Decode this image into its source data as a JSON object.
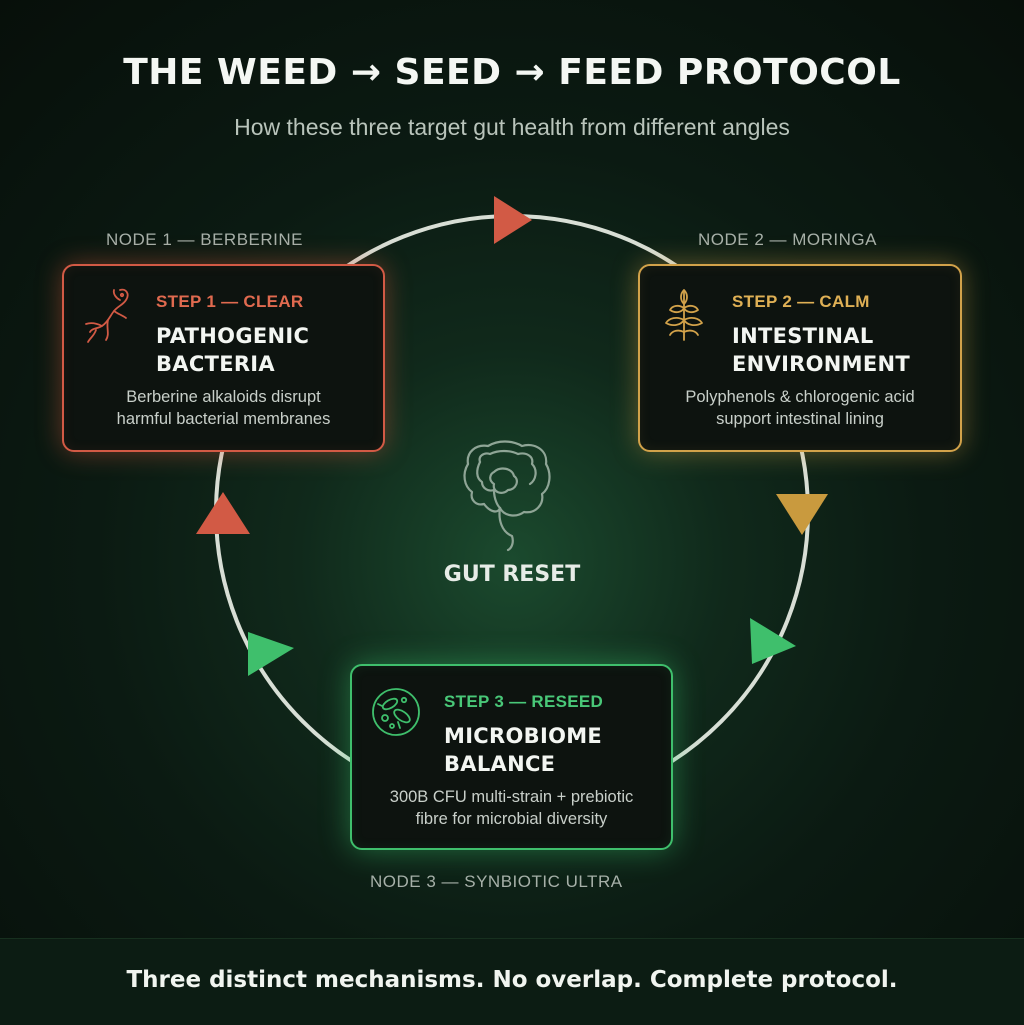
{
  "header": {
    "title": "THE WEED → SEED → FEED PROTOCOL",
    "subtitle": "How these three target gut health from different angles"
  },
  "nodes": [
    {
      "label": "NODE 1 — BERBERINE",
      "step": "STEP 1 — CLEAR",
      "heading_line1": "PATHOGENIC",
      "heading_line2": "BACTERIA",
      "desc_line1": "Berberine alkaloids disrupt",
      "desc_line2": "harmful bacterial membranes",
      "icon": "berberine-root-icon",
      "color": "#d25a45"
    },
    {
      "label": "NODE 2 — MORINGA",
      "step": "STEP 2 — CALM",
      "heading_line1": "INTESTINAL",
      "heading_line2": "ENVIRONMENT",
      "desc_line1": "Polyphenols & chlorogenic acid",
      "desc_line2": "support intestinal lining",
      "icon": "moringa-leaf-icon",
      "color": "#d2a24a"
    },
    {
      "label": "NODE 3 — SYNBIOTIC ULTRA",
      "step": "STEP 3 — RESEED",
      "heading_line1": "MICROBIOME",
      "heading_line2": "BALANCE",
      "desc_line1": "300B CFU multi-strain + prebiotic",
      "desc_line2": "fibre for microbial diversity",
      "icon": "microbe-icon",
      "color": "#3fbf6c"
    }
  ],
  "center": {
    "title": "GUT RESET",
    "icon": "intestine-icon"
  },
  "footer": {
    "text": "Three distinct mechanisms. No overlap. Complete protocol."
  },
  "colors": {
    "ring": "#e9efe6",
    "red": "#d25a45",
    "gold": "#c99a3e",
    "green": "#3fbf6c"
  }
}
